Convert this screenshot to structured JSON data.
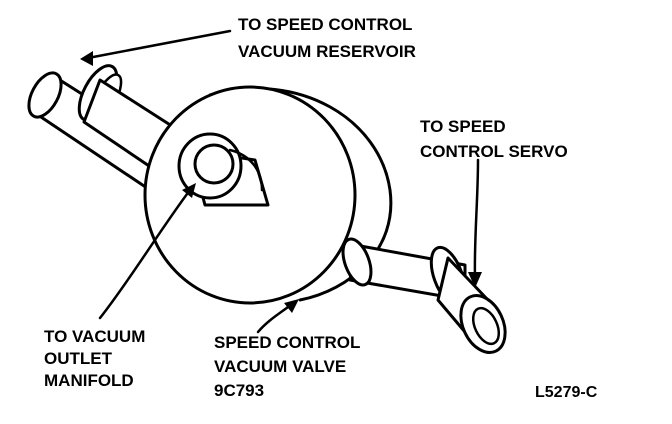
{
  "labels": {
    "reservoir": [
      "TO SPEED CONTROL",
      "VACUUM RESERVOIR"
    ],
    "servo": [
      "TO SPEED",
      "CONTROL SERVO"
    ],
    "manifold": [
      "TO VACUUM",
      "OUTLET",
      "MANIFOLD"
    ],
    "valve": [
      "SPEED CONTROL",
      "VACUUM VALVE",
      "9C793"
    ],
    "figure_code": "L5279-C"
  },
  "colors": {
    "ink": "#000000",
    "paper": "#ffffff"
  }
}
